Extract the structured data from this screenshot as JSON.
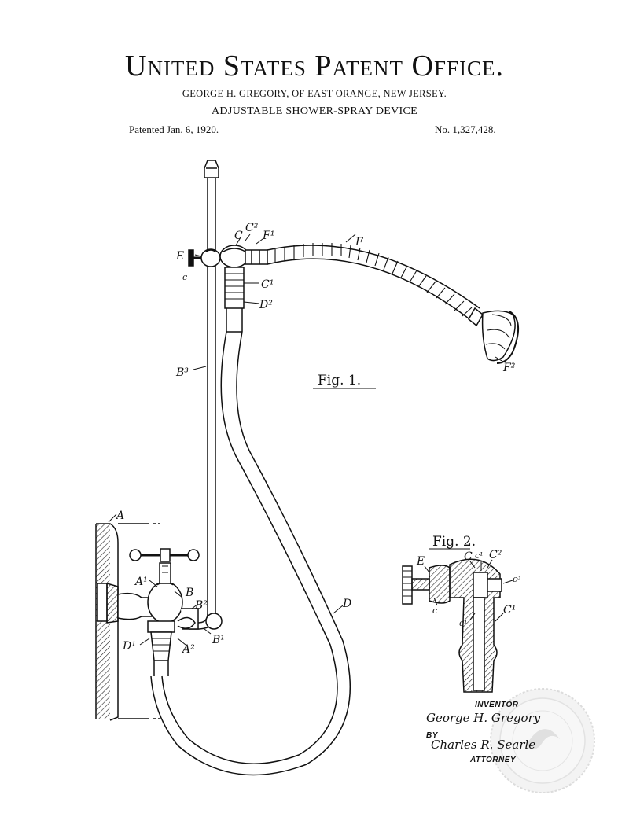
{
  "header": {
    "title": "United States Patent Office.",
    "inventor_line": "GEORGE H. GREGORY, OF EAST ORANGE, NEW JERSEY.",
    "device_title": "ADJUSTABLE SHOWER-SPRAY DEVICE",
    "patented": "Patented Jan. 6, 1920.",
    "patent_number": "No. 1,327,428."
  },
  "figure1": {
    "caption": "Fig. 1.",
    "labels": {
      "E": "E",
      "c": "c",
      "C": "C",
      "C2": "C²",
      "F1": "F¹",
      "F": "F",
      "C1": "C¹",
      "D2": "D²",
      "B3": "B³",
      "F2": "F²",
      "A": "A",
      "A1": "A¹",
      "B": "B",
      "B2": "B²",
      "D1": "D¹",
      "A2": "A²",
      "B1": "B¹",
      "D": "D"
    }
  },
  "figure2": {
    "caption": "Fig. 2.",
    "labels": {
      "E": "E",
      "C": "C",
      "c1a": "c¹",
      "C2": "C²",
      "c3": "c³",
      "c": "c",
      "c1b": "c¹",
      "C1": "C¹"
    }
  },
  "signature": {
    "inventor_caption": "INVENTOR",
    "inventor_signature": "George H. Gregory",
    "by": "BY",
    "attorney_signature": "Charles R. Searle",
    "attorney_caption": "ATTORNEY"
  },
  "seal": {
    "icon": "seal-icon",
    "color": "#e6e6e6"
  }
}
